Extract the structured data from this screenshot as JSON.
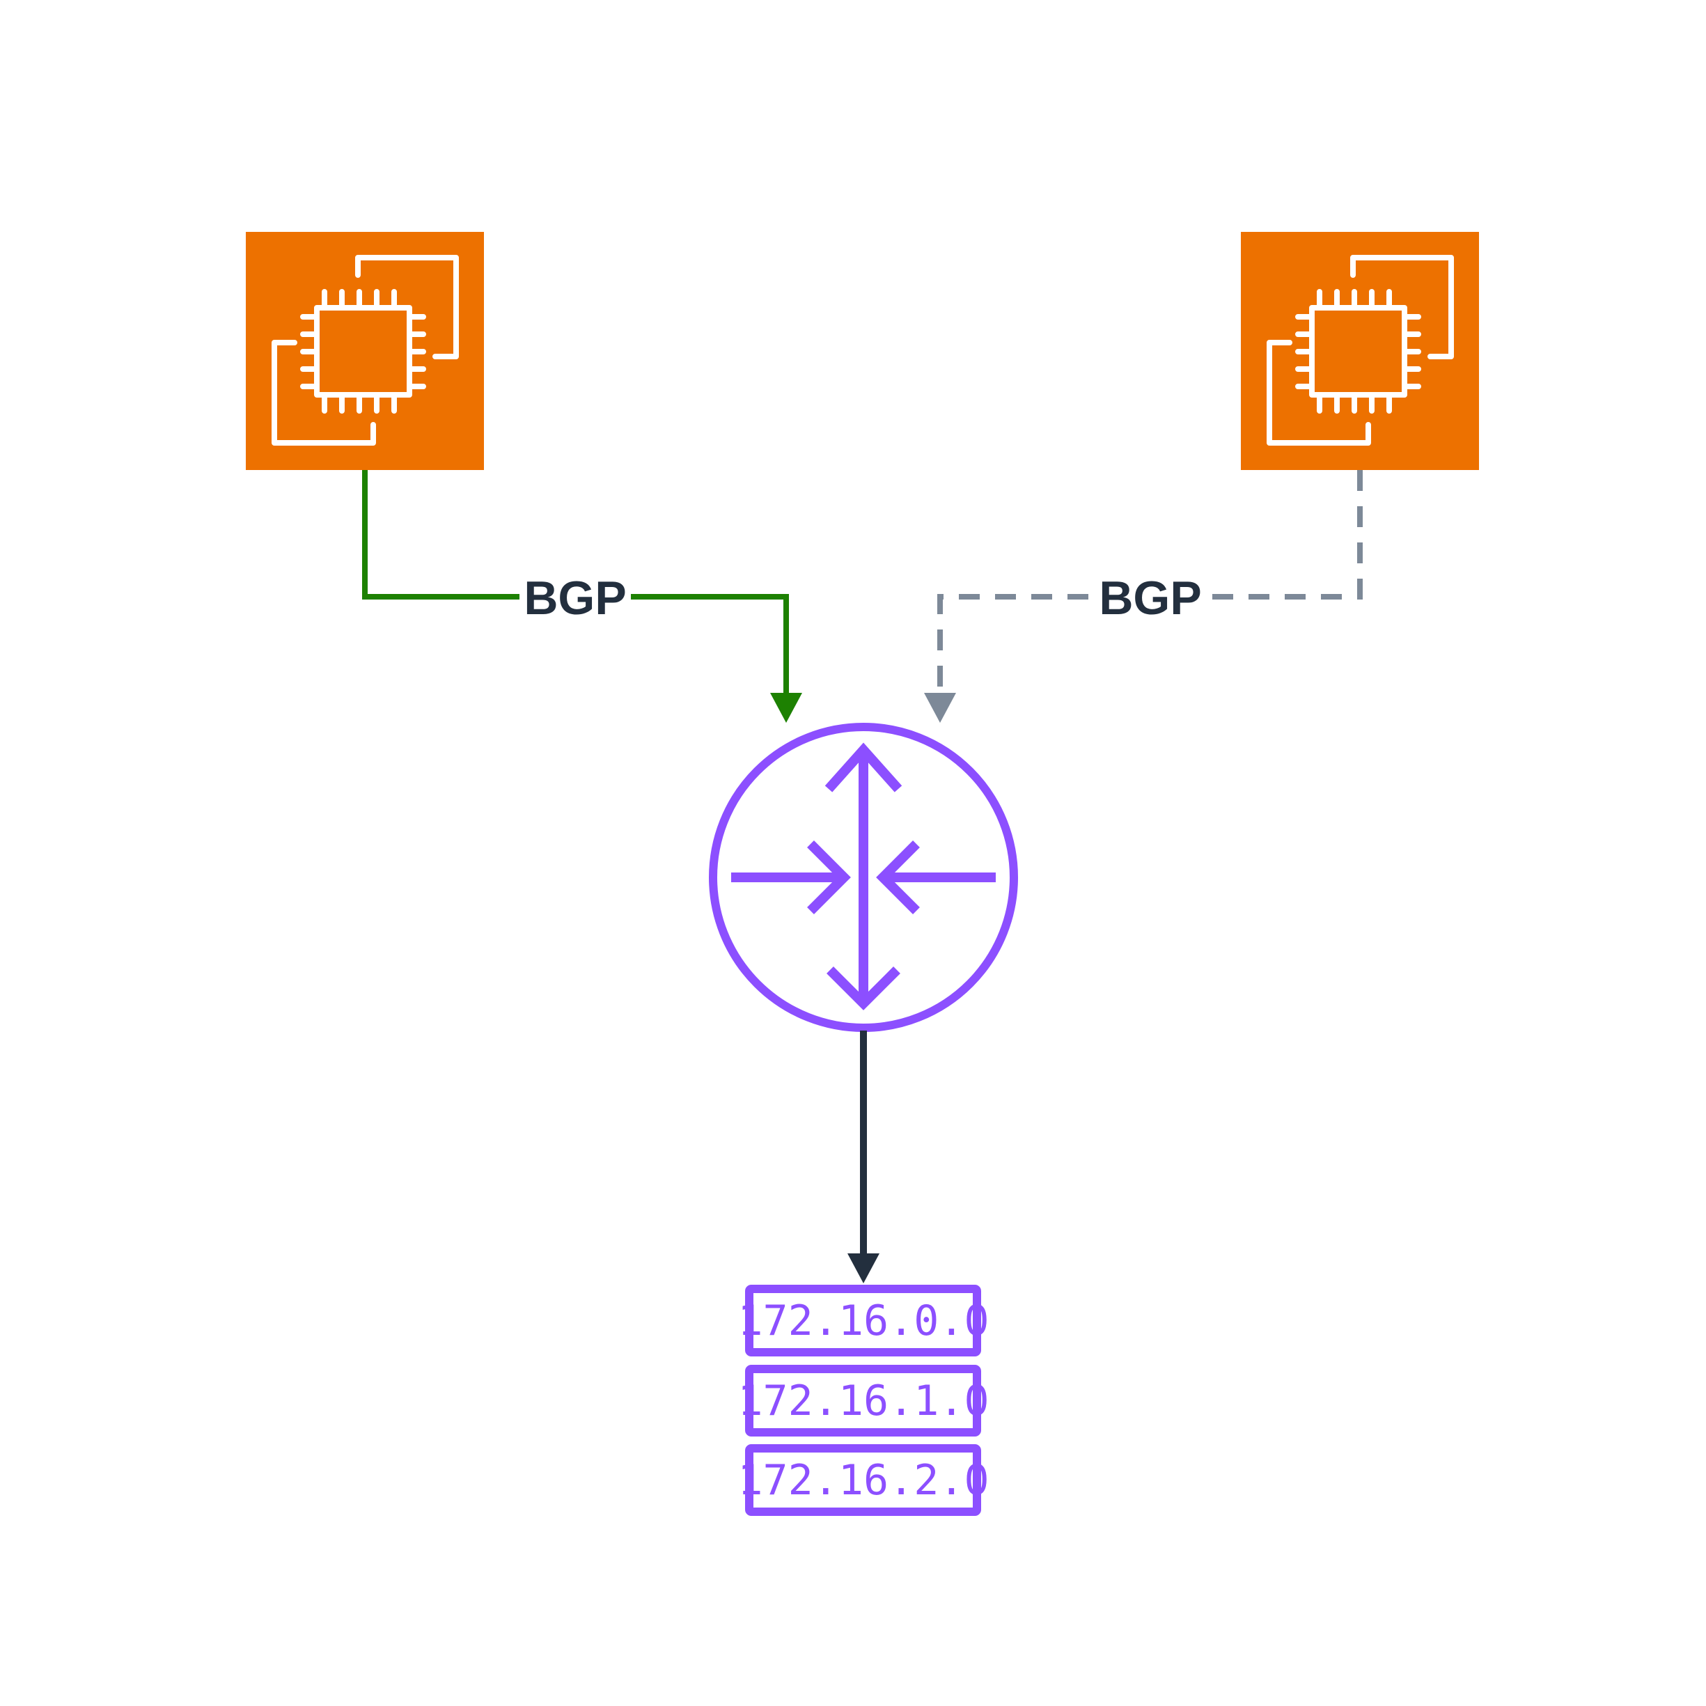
{
  "diagram": {
    "nodes": [
      {
        "id": "ec2-left",
        "type": "ec2-instance",
        "icon": "ec2-instance-icon",
        "color": "#ED7100"
      },
      {
        "id": "ec2-right",
        "type": "ec2-instance",
        "icon": "ec2-instance-icon",
        "color": "#ED7100"
      },
      {
        "id": "router",
        "type": "router",
        "icon": "router-icon",
        "color": "#8C4FFF"
      },
      {
        "id": "route-table",
        "type": "route-table",
        "icon": "route-table-icon",
        "color": "#8C4FFF"
      }
    ],
    "edges": [
      {
        "from": "ec2-left",
        "to": "router",
        "label": "BGP",
        "style": "solid",
        "color": "#1D8102"
      },
      {
        "from": "ec2-right",
        "to": "router",
        "label": "BGP",
        "style": "dashed",
        "color": "#7D8998"
      },
      {
        "from": "router",
        "to": "route-table",
        "label": "",
        "style": "solid",
        "color": "#232F3E"
      }
    ],
    "routes": [
      "172.16.0.0",
      "172.16.1.0",
      "172.16.2.0"
    ]
  }
}
